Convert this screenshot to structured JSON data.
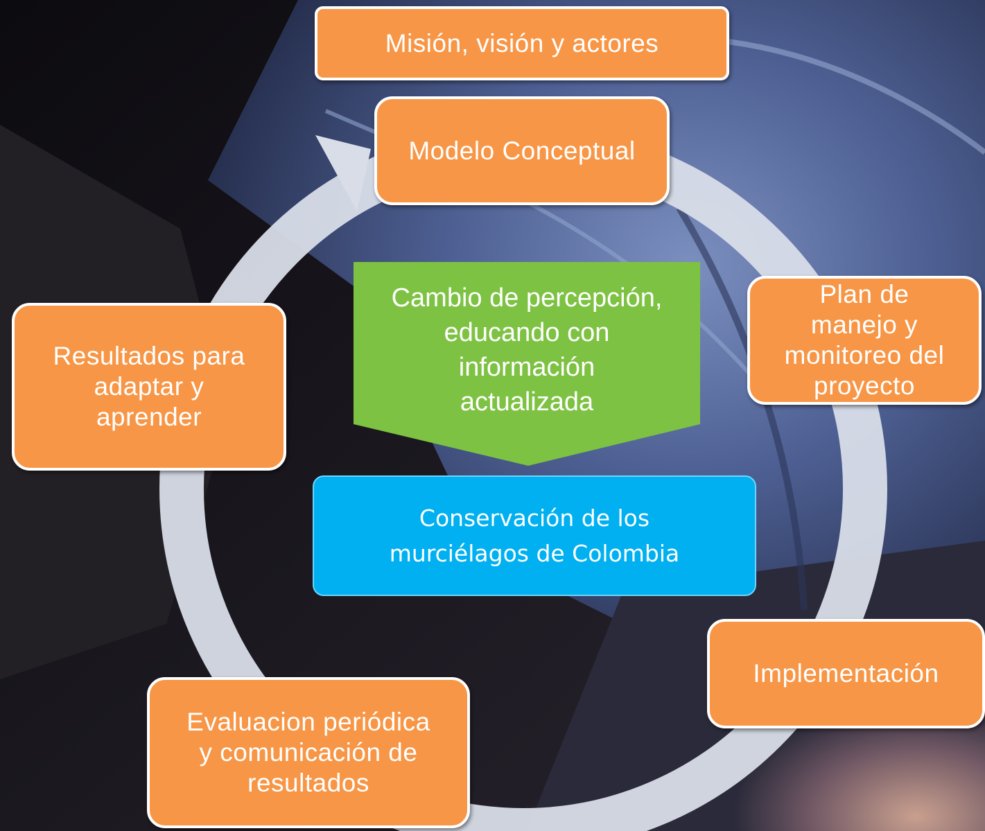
{
  "diagram": {
    "top_box": "Misión, visión y actores",
    "cycle_steps": [
      "Modelo Conceptual",
      "Plan de\nmanejo y\nmonitoreo del\nproyecto",
      "Implementación",
      "Evaluacion periódica\ny comunicación de\nresultados",
      "Resultados para\nadaptar y\naprender"
    ],
    "center_arrow_text": "Cambio de percepción,\neducando con\ninformación\nactualizada",
    "center_goal_text": "Conservación de los\nmurciélagos de Colombia"
  },
  "colors": {
    "orange_box": "#f79646",
    "green_arrow": "#7dc242",
    "blue_box": "#00b0f0",
    "cycle_ring": "#d8dde8"
  }
}
